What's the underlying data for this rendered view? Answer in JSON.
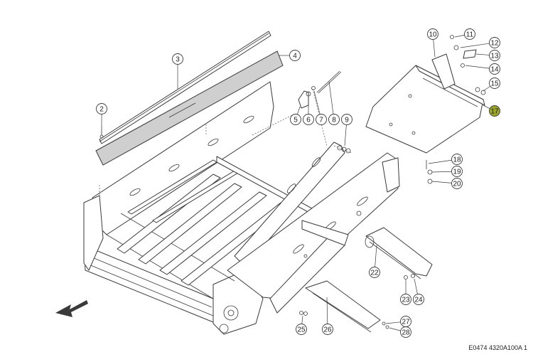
{
  "diagram": {
    "reference_code": "E0474 4320A100A 1",
    "highlight_color": "#9aa52a",
    "screen_fill": "#cfcfcf",
    "callouts": [
      {
        "label": "2",
        "highlighted": false
      },
      {
        "label": "3",
        "highlighted": false
      },
      {
        "label": "4",
        "highlighted": false
      },
      {
        "label": "5",
        "highlighted": false
      },
      {
        "label": "6",
        "highlighted": false
      },
      {
        "label": "7",
        "highlighted": false
      },
      {
        "label": "8",
        "highlighted": false
      },
      {
        "label": "9",
        "highlighted": false
      },
      {
        "label": "10",
        "highlighted": false
      },
      {
        "label": "11",
        "highlighted": false
      },
      {
        "label": "12",
        "highlighted": false
      },
      {
        "label": "13",
        "highlighted": false
      },
      {
        "label": "14",
        "highlighted": false
      },
      {
        "label": "15",
        "highlighted": false
      },
      {
        "label": "17",
        "highlighted": true
      },
      {
        "label": "18",
        "highlighted": false
      },
      {
        "label": "19",
        "highlighted": false
      },
      {
        "label": "20",
        "highlighted": false
      },
      {
        "label": "22",
        "highlighted": false
      },
      {
        "label": "23",
        "highlighted": false
      },
      {
        "label": "24",
        "highlighted": false
      },
      {
        "label": "25",
        "highlighted": false
      },
      {
        "label": "26",
        "highlighted": false
      },
      {
        "label": "27",
        "highlighted": false
      },
      {
        "label": "28",
        "highlighted": false
      }
    ]
  }
}
